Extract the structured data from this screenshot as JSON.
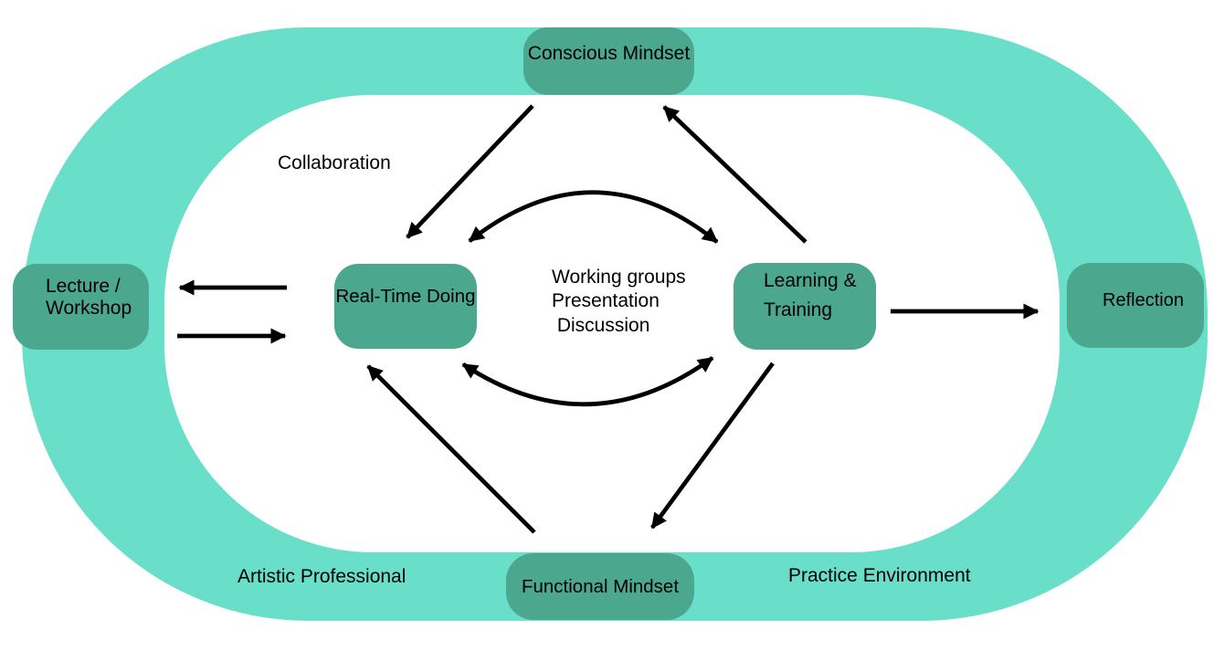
{
  "colors": {
    "ring": "#69dec8",
    "node": "#4ba78d",
    "arrow": "#000000",
    "text": "#000000",
    "background": "#ffffff"
  },
  "diagram": {
    "nodes": {
      "conscious_mindset": {
        "label": "Conscious Mindset"
      },
      "lecture_workshop": {
        "label": "Lecture /\nWorkshop"
      },
      "real_time_doing": {
        "label": "Real-Time Doing"
      },
      "learning_training": {
        "label": "Learning &\nTraining"
      },
      "reflection": {
        "label": "Reflection"
      },
      "functional_mindset": {
        "label": "Functional Mindset"
      }
    },
    "labels": {
      "collaboration": "Collaboration",
      "center_activities": "Working groups\nPresentation\n Discussion",
      "artistic_professional": "Artistic Professional",
      "practice_environment": "Practice Environment"
    },
    "arrows": [
      {
        "from": "conscious_mindset",
        "to": "real_time_doing",
        "heads": "end"
      },
      {
        "from": "learning_training",
        "to": "conscious_mindset",
        "heads": "end"
      },
      {
        "from": "real_time_doing",
        "to": "learning_training",
        "heads": "both",
        "style": "arc-over-center"
      },
      {
        "from": "real_time_doing",
        "to": "learning_training",
        "heads": "both",
        "style": "arc-under-center"
      },
      {
        "from": "real_time_doing",
        "to": "lecture_workshop",
        "heads": "end"
      },
      {
        "from": "lecture_workshop",
        "to": "real_time_doing",
        "heads": "end"
      },
      {
        "from": "learning_training",
        "to": "reflection",
        "heads": "end"
      },
      {
        "from": "functional_mindset",
        "to": "real_time_doing",
        "heads": "end"
      },
      {
        "from": "learning_training",
        "to": "functional_mindset",
        "heads": "end"
      }
    ]
  }
}
